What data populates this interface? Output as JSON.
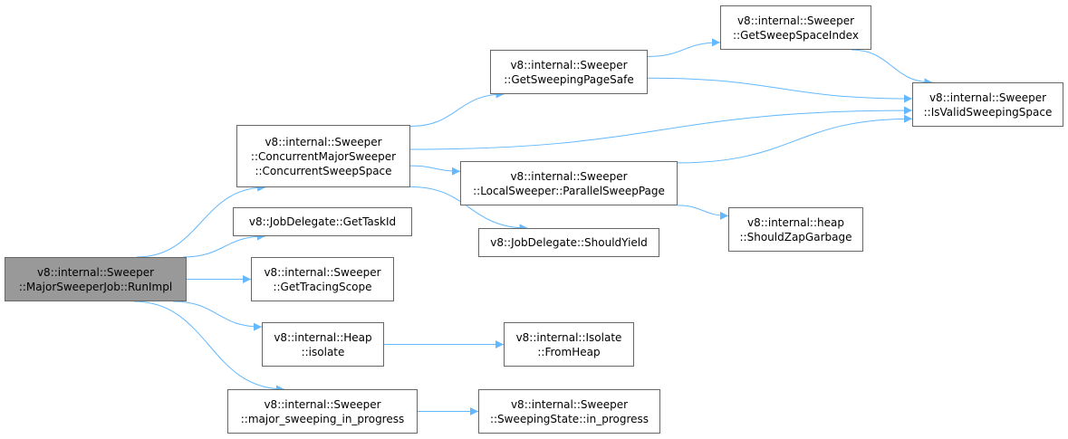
{
  "colors": {
    "edge": "#63b8ff",
    "node_border": "#666666",
    "root_fill": "#999999"
  },
  "nodes": {
    "run_impl": {
      "lines": [
        "v8::internal::Sweeper",
        "::MajorSweeperJob::RunImpl"
      ]
    },
    "concurrent_sweep_space": {
      "lines": [
        "v8::internal::Sweeper",
        "::ConcurrentMajorSweeper",
        "::ConcurrentSweepSpace"
      ]
    },
    "get_task_id": {
      "lines": [
        "v8::JobDelegate::GetTaskId"
      ]
    },
    "get_tracing_scope": {
      "lines": [
        "v8::internal::Sweeper",
        "::GetTracingScope"
      ]
    },
    "heap_isolate": {
      "lines": [
        "v8::internal::Heap",
        "::isolate"
      ]
    },
    "major_sweeping_in_progress": {
      "lines": [
        "v8::internal::Sweeper",
        "::major_sweeping_in_progress"
      ]
    },
    "get_sweeping_page_safe": {
      "lines": [
        "v8::internal::Sweeper",
        "::GetSweepingPageSafe"
      ]
    },
    "parallel_sweep_page": {
      "lines": [
        "v8::internal::Sweeper",
        "::LocalSweeper::ParallelSweepPage"
      ]
    },
    "should_yield": {
      "lines": [
        "v8::JobDelegate::ShouldYield"
      ]
    },
    "get_sweep_space_index": {
      "lines": [
        "v8::internal::Sweeper",
        "::GetSweepSpaceIndex"
      ]
    },
    "is_valid_sweeping_space": {
      "lines": [
        "v8::internal::Sweeper",
        "::IsValidSweepingSpace"
      ]
    },
    "should_zap_garbage": {
      "lines": [
        "v8::internal::heap",
        "::ShouldZapGarbage"
      ]
    },
    "isolate_from_heap": {
      "lines": [
        "v8::internal::Isolate",
        "::FromHeap"
      ]
    },
    "sweeping_state_in_progress": {
      "lines": [
        "v8::internal::Sweeper",
        "::SweepingState::in_progress"
      ]
    }
  },
  "edges": [
    [
      "run_impl",
      "concurrent_sweep_space"
    ],
    [
      "run_impl",
      "get_task_id"
    ],
    [
      "run_impl",
      "get_tracing_scope"
    ],
    [
      "run_impl",
      "heap_isolate"
    ],
    [
      "run_impl",
      "major_sweeping_in_progress"
    ],
    [
      "concurrent_sweep_space",
      "get_sweeping_page_safe"
    ],
    [
      "concurrent_sweep_space",
      "is_valid_sweeping_space"
    ],
    [
      "concurrent_sweep_space",
      "parallel_sweep_page"
    ],
    [
      "concurrent_sweep_space",
      "should_yield"
    ],
    [
      "get_sweeping_page_safe",
      "get_sweep_space_index"
    ],
    [
      "get_sweeping_page_safe",
      "is_valid_sweeping_space"
    ],
    [
      "get_sweep_space_index",
      "is_valid_sweeping_space"
    ],
    [
      "parallel_sweep_page",
      "is_valid_sweeping_space"
    ],
    [
      "parallel_sweep_page",
      "should_zap_garbage"
    ],
    [
      "heap_isolate",
      "isolate_from_heap"
    ],
    [
      "major_sweeping_in_progress",
      "sweeping_state_in_progress"
    ]
  ]
}
